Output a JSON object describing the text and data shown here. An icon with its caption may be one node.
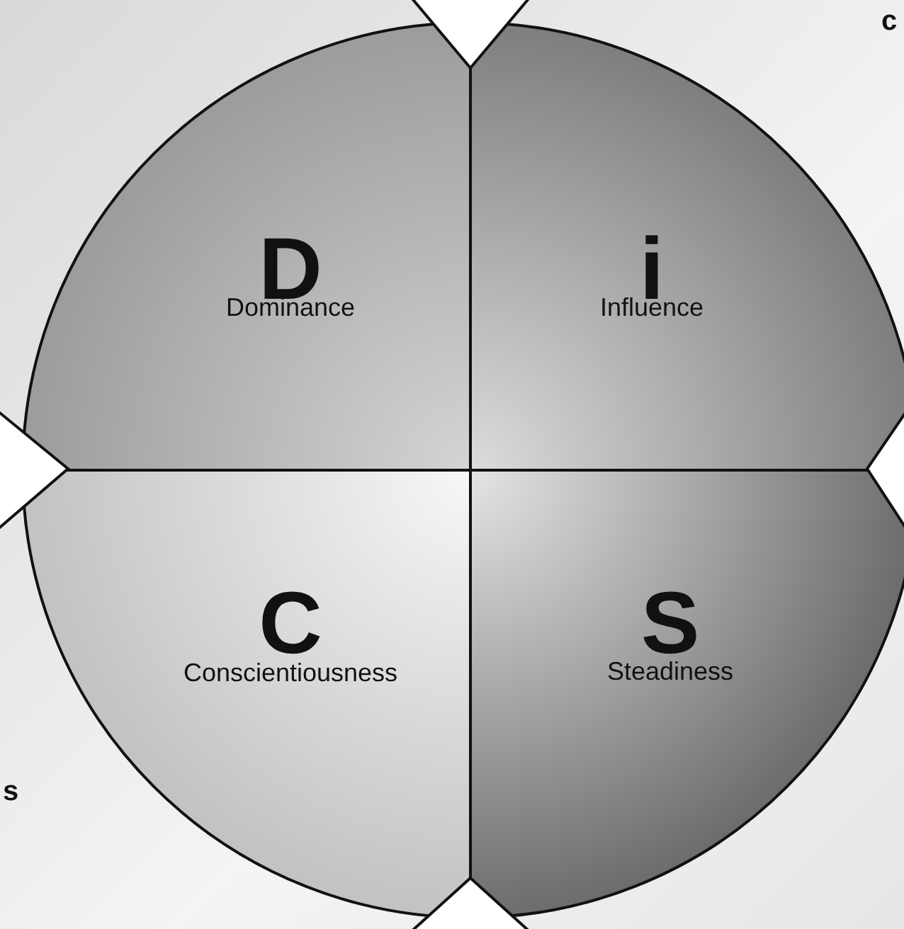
{
  "diagram": {
    "nodes": [
      {
        "text": [
          "D",
          "Dominance"
        ]
      },
      {
        "text": [
          "i",
          "Influence"
        ]
      },
      {
        "text": [
          "C",
          "Conscientiousness"
        ]
      },
      {
        "text": [
          "S",
          "Steadiness"
        ]
      },
      {
        "text": [],
        "shape": "triangle"
      },
      {
        "text": [],
        "shape": "triangle"
      },
      {
        "text": [],
        "shape": "triangle"
      },
      {
        "text": [],
        "shape": "triangle"
      }
    ],
    "labels": [
      "c",
      "s"
    ]
  }
}
